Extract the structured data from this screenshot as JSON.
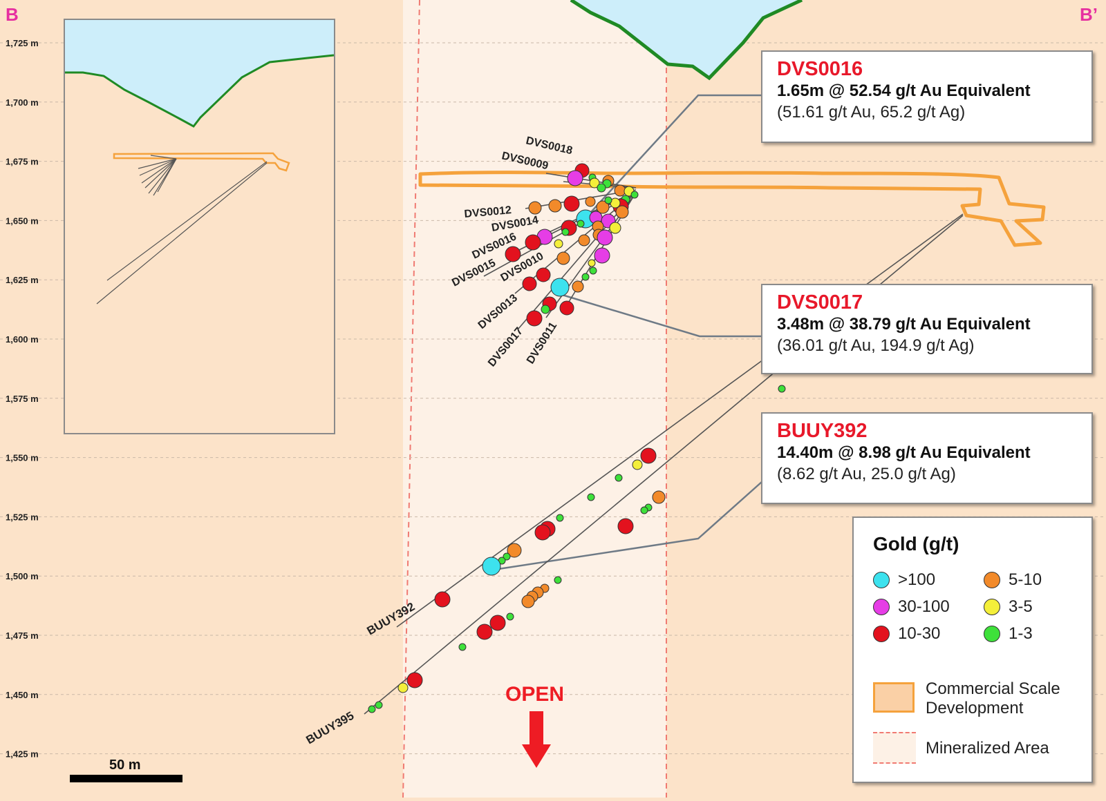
{
  "section": {
    "left_label": "B",
    "right_label": "B’"
  },
  "elevation_labels": [
    "1,725 m",
    "1,700 m",
    "1,675 m",
    "1,650 m",
    "1,625 m",
    "1,600 m",
    "1,575 m",
    "1,550 m",
    "1,525 m",
    "1,500 m",
    "1,475 m",
    "1,450 m",
    "1,425 m"
  ],
  "scale_bar": {
    "label": "50 m"
  },
  "open_label": "OPEN",
  "hole_labels": [
    "DVS0018",
    "DVS0009",
    "DVS0012",
    "DVS0014",
    "DVS0016",
    "DVS0015",
    "DVS0010",
    "DVS0013",
    "DVS0017",
    "DVS0011",
    "BUUY392",
    "BUUY395"
  ],
  "callouts": [
    {
      "hole": "DVS0016",
      "main": "1.65m @ 52.54 g/t Au Equivalent",
      "detail": "(51.61 g/t Au, 65.2 g/t Ag)"
    },
    {
      "hole": "DVS0017",
      "main": "3.48m @ 38.79 g/t Au Equivalent",
      "detail": "(36.01 g/t Au, 194.9 g/t Ag)"
    },
    {
      "hole": "BUUY392",
      "main": "14.40m @ 8.98 g/t Au Equivalent",
      "detail": "(8.62 g/t Au, 25.0 g/t Ag)"
    }
  ],
  "legend": {
    "title": "Gold (g/t)",
    "grades": [
      {
        "label": ">100",
        "color": "#3de2ee"
      },
      {
        "label": "5-10",
        "color": "#f28a2a"
      },
      {
        "label": "30-100",
        "color": "#e63de6"
      },
      {
        "label": "3-5",
        "color": "#f4ef3a"
      },
      {
        "label": "10-30",
        "color": "#e3121e"
      },
      {
        "label": "1-3",
        "color": "#3ee13a"
      }
    ],
    "development_label": "Commercial Scale Development",
    "mineralized_label": "Mineralized Area"
  },
  "colors": {
    "background": "#fce3c9",
    "sky": "#cdeefa",
    "topography": "#1f8a24",
    "development": "#f5a23c",
    "callout_title": "#e8182a",
    "open_arrow": "#ee1c24"
  }
}
